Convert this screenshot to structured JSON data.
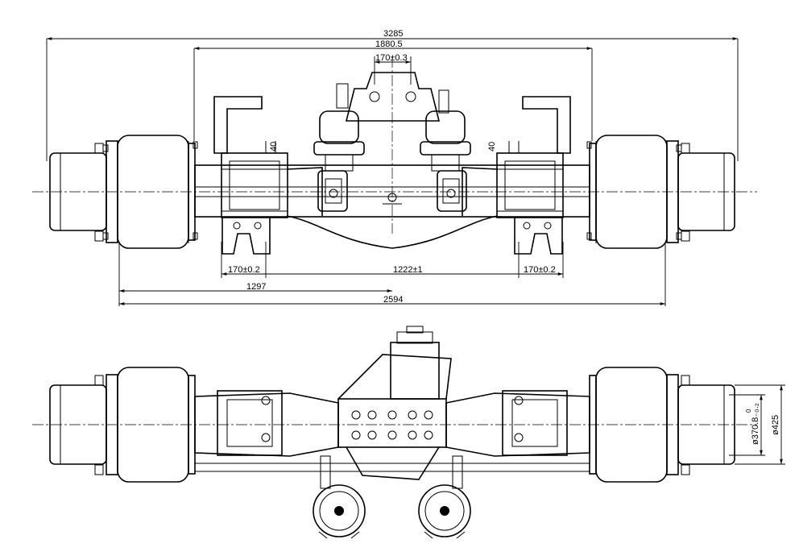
{
  "top_view": {
    "dim_overall": "3285",
    "dim_mid": "1880.5",
    "dim_bracket": "170±0.3",
    "dim_left_small": "40",
    "dim_right_small": "40",
    "dim_pad_left": "170±0.2",
    "dim_center": "1222±1",
    "dim_pad_right": "170±0.2",
    "dim_half": "1297",
    "dim_track": "2594"
  },
  "side_view": {
    "dim_inner_dia": "ø370.8₋₀.₂",
    "dim_inner_tol_top": "0",
    "dim_outer_dia": "ø425"
  }
}
